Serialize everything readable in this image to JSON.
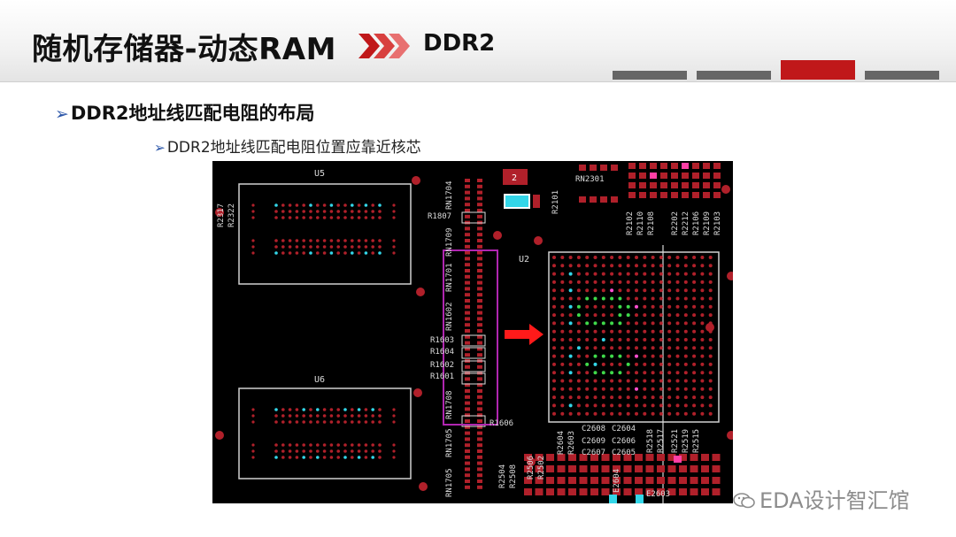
{
  "header": {
    "title": "随机存储器-动态RAM",
    "subtitle": "DDR2"
  },
  "bullets": {
    "level1": "DDR2地址线匹配电阻的布局",
    "level2": "DDR2地址线匹配电阻位置应靠近核芯",
    "arrow_glyph": "➢"
  },
  "pcb": {
    "labels": {
      "u5": "U5",
      "u6": "U6",
      "u2": "U2",
      "r1807": "R1807",
      "r1603": "R1603",
      "r1604": "R1604",
      "r1602": "R1602",
      "r1601": "R1601",
      "r1606": "R1606",
      "rn1704": "RN1704",
      "rn1709": "RN1709",
      "rn1701": "RN1701",
      "rn1602": "RN1602",
      "rn1708": "RN1708",
      "rn1705a": "RN1705",
      "rn1705b": "RN1705",
      "rn2301": "RN2301",
      "r2101": "R2101",
      "r2317": "R2317",
      "r2322": "R2322",
      "c2608": "C2608",
      "c2604": "C2604",
      "c2609": "C2609",
      "c2606": "C2606",
      "c2607": "C2607",
      "c2605": "C2605",
      "r2604": "R2604",
      "r2603": "R2603",
      "r2504": "R2504",
      "r2508": "R2508",
      "r2506": "R2506",
      "r2502": "R2502",
      "r2518": "R2518",
      "r2517": "R2517",
      "r2521": "R2521",
      "r2519": "R2519",
      "r2515": "R2515",
      "e2604": "E2604",
      "e2603": "E2603",
      "marker": "2",
      "r2102": "R2102",
      "r2110": "R2110",
      "r2108": "R2108",
      "r2202": "R2202",
      "r2212": "R2212",
      "r2106": "R2106",
      "r2109": "R2109",
      "r2103": "R2103"
    }
  },
  "watermark": {
    "text": "EDA设计智汇馆"
  },
  "colors": {
    "accent": "#c0181a",
    "tab": "#666666",
    "pad_red": "#b0202a",
    "pad_cyan": "#33d6e8",
    "pad_green": "#3fd94a",
    "highlight": "#b026b0",
    "arrow": "#ff1a1a"
  }
}
